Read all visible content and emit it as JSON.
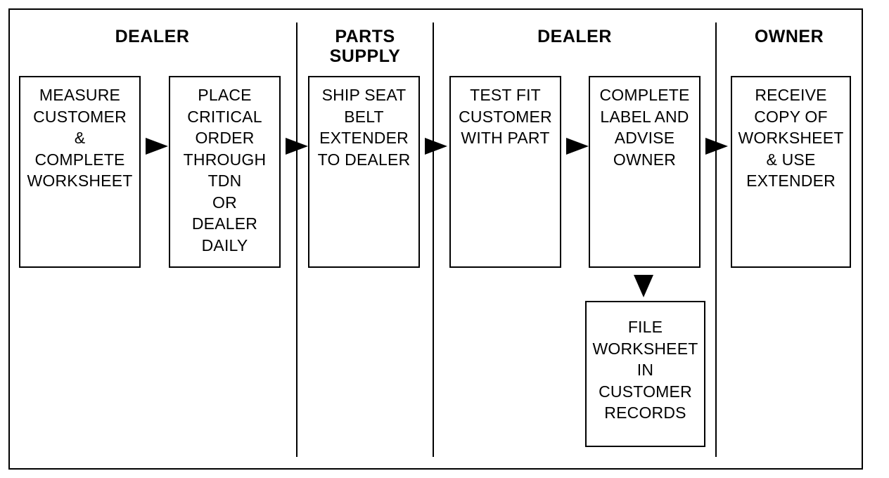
{
  "lanes": {
    "dealer_1": "DEALER",
    "parts_supply": "PARTS\nSUPPLY",
    "dealer_2": "DEALER",
    "owner": "OWNER"
  },
  "steps": {
    "measure": "MEASURE\nCUSTOMER\n&\nCOMPLETE\nWORKSHEET",
    "place_order": "PLACE\nCRITICAL\nORDER\nTHROUGH\nTDN\nOR\nDEALER\nDAILY",
    "ship": "SHIP SEAT\nBELT\nEXTENDER\nTO DEALER",
    "test_fit": "TEST FIT\nCUSTOMER\nWITH PART",
    "complete_label": "COMPLETE\nLABEL AND\nADVISE\nOWNER",
    "receive": "RECEIVE\nCOPY OF\nWORKSHEET\n& USE\nEXTENDER",
    "file": "FILE\nWORKSHEET\nIN\nCUSTOMER\nRECORDS"
  }
}
